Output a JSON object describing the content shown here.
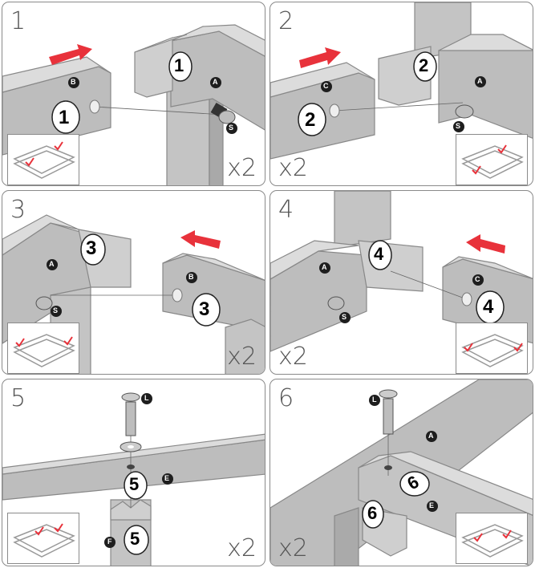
{
  "panels": [
    {
      "step": "1",
      "multiplier": "x2",
      "callout": "1",
      "parts": [
        "B",
        "A",
        "S"
      ]
    },
    {
      "step": "2",
      "multiplier": "x2",
      "callout": "2",
      "parts": [
        "C",
        "A",
        "S"
      ]
    },
    {
      "step": "3",
      "multiplier": "x2",
      "callout": "3",
      "parts": [
        "A",
        "B",
        "S"
      ]
    },
    {
      "step": "4",
      "multiplier": "x2",
      "callout": "4",
      "parts": [
        "A",
        "C",
        "S"
      ]
    },
    {
      "step": "5",
      "multiplier": "x2",
      "callout": "5",
      "parts": [
        "L",
        "E",
        "F"
      ]
    },
    {
      "step": "6",
      "multiplier": "x2",
      "callout": "6",
      "parts": [
        "L",
        "A",
        "E"
      ]
    }
  ],
  "colors": {
    "tube_top": "#d9d9d9",
    "tube_front": "#bdbdbd",
    "tube_side": "#a9a9a9",
    "arrow": "#e8323b",
    "badge": "#1e1e1e",
    "check": "#e8323b"
  },
  "icons": [
    "arrow-icon",
    "screw-icon",
    "washer-icon",
    "check-mark-icon",
    "frame-icon"
  ]
}
